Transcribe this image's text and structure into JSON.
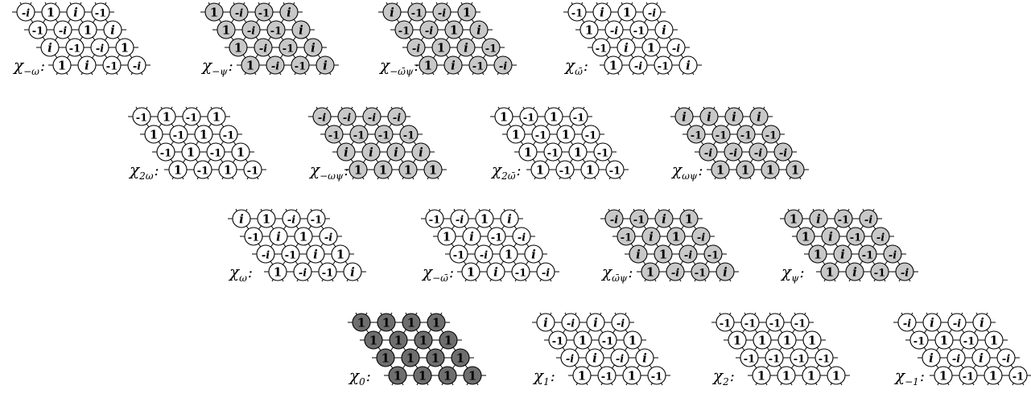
{
  "colors": {
    "white": "#ffffff",
    "light": "#c8c8c8",
    "dark": "#6e6e6e",
    "line": "#000000"
  },
  "panels": [
    {
      "label": "χ",
      "sub": "−ω",
      "fill": "white",
      "rows": [
        [
          "-i",
          "1",
          "i",
          "-1"
        ],
        [
          "-1",
          "-i",
          "1",
          "i"
        ],
        [
          "i",
          "-1",
          "-i",
          "1"
        ],
        [
          "1",
          "i",
          "-1",
          "-i"
        ]
      ]
    },
    {
      "label": "χ",
      "sub": "−ψ",
      "fill": "light",
      "rows": [
        [
          "1",
          "-i",
          "-1",
          "i"
        ],
        [
          "1",
          "-i",
          "-1",
          "i"
        ],
        [
          "1",
          "-i",
          "-1",
          "i"
        ],
        [
          "1",
          "-i",
          "-1",
          "i"
        ]
      ]
    },
    {
      "label": "χ",
      "sub": "−ω̄ψ",
      "fill": "light",
      "rows": [
        [
          "i",
          "-1",
          "-i",
          "1"
        ],
        [
          "-1",
          "-i",
          "1",
          "i"
        ],
        [
          "-i",
          "1",
          "i",
          "-1"
        ],
        [
          "1",
          "i",
          "-1",
          "-i"
        ]
      ]
    },
    {
      "label": "χ",
      "sub": "ω̄",
      "fill": "white",
      "rows": [
        [
          "-1",
          "i",
          "1",
          "-i"
        ],
        [
          "1",
          "-i",
          "-1",
          "i"
        ],
        [
          "-1",
          "i",
          "1",
          "-i"
        ],
        [
          "1",
          "-i",
          "-1",
          "i"
        ]
      ]
    },
    {
      "label": "χ",
      "sub": "2ω",
      "fill": "white",
      "rows": [
        [
          "-1",
          "1",
          "-1",
          "1"
        ],
        [
          "1",
          "-1",
          "1",
          "-1"
        ],
        [
          "-1",
          "1",
          "-1",
          "1"
        ],
        [
          "1",
          "-1",
          "1",
          "-1"
        ]
      ]
    },
    {
      "label": "χ",
      "sub": "−ωψ",
      "fill": "light",
      "rows": [
        [
          "-i",
          "-i",
          "-i",
          "-i"
        ],
        [
          "-1",
          "-1",
          "-1",
          "-1"
        ],
        [
          "i",
          "i",
          "i",
          "i"
        ],
        [
          "1",
          "1",
          "1",
          "1"
        ]
      ]
    },
    {
      "label": "χ",
      "sub": "2ω̄",
      "fill": "white",
      "rows": [
        [
          "1",
          "-1",
          "1",
          "-1"
        ],
        [
          "1",
          "-1",
          "1",
          "-1"
        ],
        [
          "1",
          "-1",
          "1",
          "-1"
        ],
        [
          "1",
          "-1",
          "1",
          "-1"
        ]
      ]
    },
    {
      "label": "χ",
      "sub": "ωψ",
      "fill": "light",
      "rows": [
        [
          "i",
          "i",
          "i",
          "i"
        ],
        [
          "-1",
          "-1",
          "-1",
          "-1"
        ],
        [
          "-i",
          "-i",
          "-i",
          "-i"
        ],
        [
          "1",
          "1",
          "1",
          "1"
        ]
      ]
    },
    {
      "label": "χ",
      "sub": "ω",
      "fill": "white",
      "rows": [
        [
          "i",
          "1",
          "-i",
          "-1"
        ],
        [
          "-1",
          "i",
          "1",
          "-i"
        ],
        [
          "-i",
          "-1",
          "i",
          "1"
        ],
        [
          "1",
          "-i",
          "-1",
          "i"
        ]
      ]
    },
    {
      "label": "χ",
      "sub": "−ω̄",
      "fill": "white",
      "rows": [
        [
          "-1",
          "-i",
          "1",
          "i"
        ],
        [
          "1",
          "i",
          "-1",
          "-i"
        ],
        [
          "-1",
          "-i",
          "1",
          "i"
        ],
        [
          "1",
          "i",
          "-1",
          "-i"
        ]
      ]
    },
    {
      "label": "χ",
      "sub": "ω̄ψ",
      "fill": "light",
      "rows": [
        [
          "-i",
          "-1",
          "i",
          "1"
        ],
        [
          "-1",
          "i",
          "1",
          "-i"
        ],
        [
          "i",
          "1",
          "-i",
          "-1"
        ],
        [
          "1",
          "-i",
          "-1",
          "i"
        ]
      ]
    },
    {
      "label": "χ",
      "sub": "ψ",
      "fill": "light",
      "rows": [
        [
          "1",
          "i",
          "-1",
          "-i"
        ],
        [
          "1",
          "i",
          "-1",
          "-i"
        ],
        [
          "1",
          "i",
          "-1",
          "-i"
        ],
        [
          "1",
          "i",
          "-1",
          "-i"
        ]
      ]
    },
    {
      "label": "χ",
      "sub": "0",
      "fill": "dark",
      "rows": [
        [
          "1",
          "1",
          "1",
          "1"
        ],
        [
          "1",
          "1",
          "1",
          "1"
        ],
        [
          "1",
          "1",
          "1",
          "1"
        ],
        [
          "1",
          "1",
          "1",
          "1"
        ]
      ]
    },
    {
      "label": "χ",
      "sub": "1",
      "fill": "white",
      "rows": [
        [
          "i",
          "-i",
          "i",
          "-i"
        ],
        [
          "-1",
          "1",
          "-1",
          "1"
        ],
        [
          "-i",
          "i",
          "-i",
          "i"
        ],
        [
          "1",
          "-1",
          "1",
          "-1"
        ]
      ]
    },
    {
      "label": "χ",
      "sub": "2",
      "fill": "white",
      "rows": [
        [
          "-1",
          "-1",
          "-1",
          "-1"
        ],
        [
          "1",
          "1",
          "1",
          "1"
        ],
        [
          "-1",
          "-1",
          "-1",
          "-1"
        ],
        [
          "1",
          "1",
          "1",
          "1"
        ]
      ]
    },
    {
      "label": "χ",
      "sub": "−1",
      "fill": "white",
      "rows": [
        [
          "-i",
          "i",
          "-i",
          "i"
        ],
        [
          "-1",
          "1",
          "-1",
          "1"
        ],
        [
          "i",
          "-i",
          "i",
          "-i"
        ],
        [
          "1",
          "-1",
          "1",
          "-1"
        ]
      ]
    }
  ]
}
